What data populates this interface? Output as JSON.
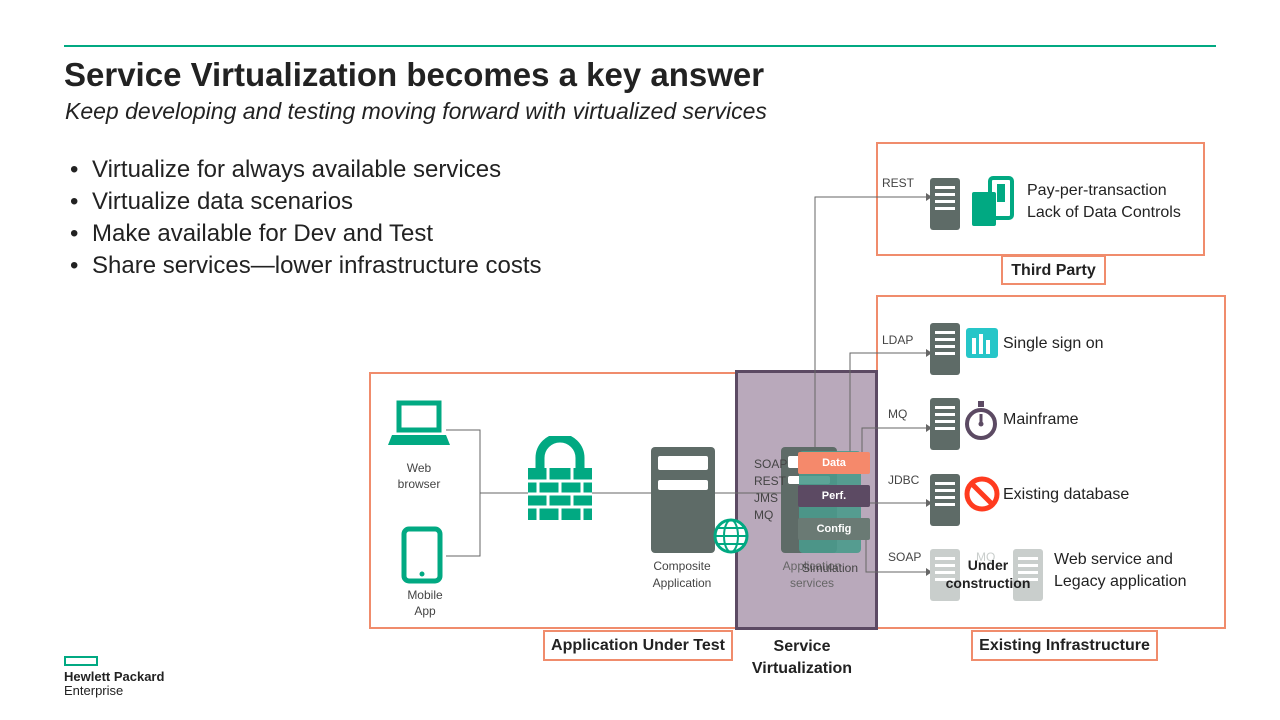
{
  "slide": {
    "title": "Service Virtualization becomes a key answer",
    "subtitle": "Keep developing and testing moving forward with virtualized services",
    "bullets": [
      "Virtualize for always available services",
      "Virtualize data scenarios",
      "Make available for Dev and Test",
      "Share services—lower infrastructure costs"
    ]
  },
  "diagram": {
    "third_party": {
      "label": "Third Party",
      "protocol": "REST",
      "line1": "Pay-per-transaction",
      "line2": "Lack of Data Controls"
    },
    "existing": {
      "label": "Existing Infrastructure",
      "rows": [
        {
          "protocol": "LDAP",
          "text": "Single sign on"
        },
        {
          "protocol": "MQ",
          "text": "Mainframe"
        },
        {
          "protocol": "JDBC",
          "text": "Existing database"
        },
        {
          "protocol": "SOAP",
          "text": "Web service and",
          "text2": "Legacy application",
          "overlay": "Under construction",
          "faded_protocol": "MQ"
        }
      ]
    },
    "aut": {
      "label": "Application Under Test",
      "web_browser": "Web browser",
      "mobile_app": "Mobile App",
      "composite": "Composite Application",
      "app_services": "Application services",
      "protocols": [
        "SOAP",
        "REST",
        "JMS",
        "MQ"
      ]
    },
    "sv": {
      "label": "Service Virtualization",
      "simulation": "Simulation",
      "pills": [
        "Data",
        "Perf.",
        "Config"
      ]
    }
  },
  "colors": {
    "accent": "#01a982",
    "box_border": "#f08c6c",
    "sv_panel": "#b9a9bb",
    "sv_border": "#5c4a63",
    "server": "#5e6b67",
    "teal": "#01a982",
    "data_pill": "#f5896b",
    "perf_pill": "#5c4a63",
    "config_pill": "#6a7a74",
    "stop_red": "#ff3b1f",
    "purple_icon": "#5c4a63"
  },
  "logo": {
    "line1": "Hewlett Packard",
    "line2": "Enterprise"
  }
}
